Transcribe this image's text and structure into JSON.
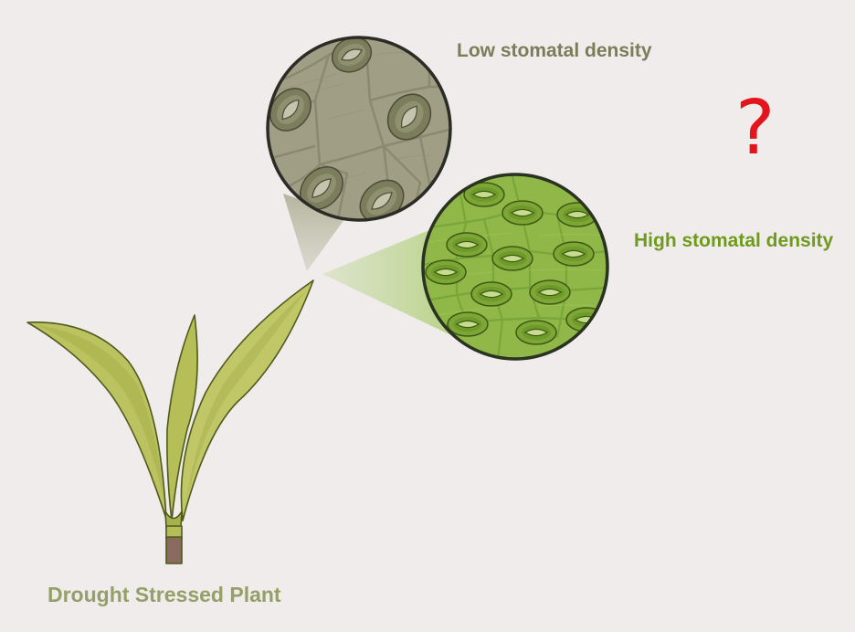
{
  "labels": {
    "low_density": "Low stomatal density",
    "high_density": "High stomatal density",
    "plant": "Drought Stressed Plant",
    "question": "?"
  },
  "colors": {
    "background": "#efeceb",
    "low_label": "#7b7d5a",
    "high_label": "#6f9a1e",
    "plant_label": "#95a068",
    "question": "#e3141b",
    "low_tissue": "#a09e85",
    "high_tissue": "#8fb848",
    "leaf_fill": "#b7bf5c",
    "leaf_outline": "#4f5a1c",
    "stem_base": "#8a6a5e"
  },
  "icons": {
    "low_zoom": "low-density-leaf-surface-icon",
    "high_zoom": "high-density-leaf-surface-icon",
    "plant": "plant-seedling-icon",
    "stoma": "stoma-icon"
  }
}
